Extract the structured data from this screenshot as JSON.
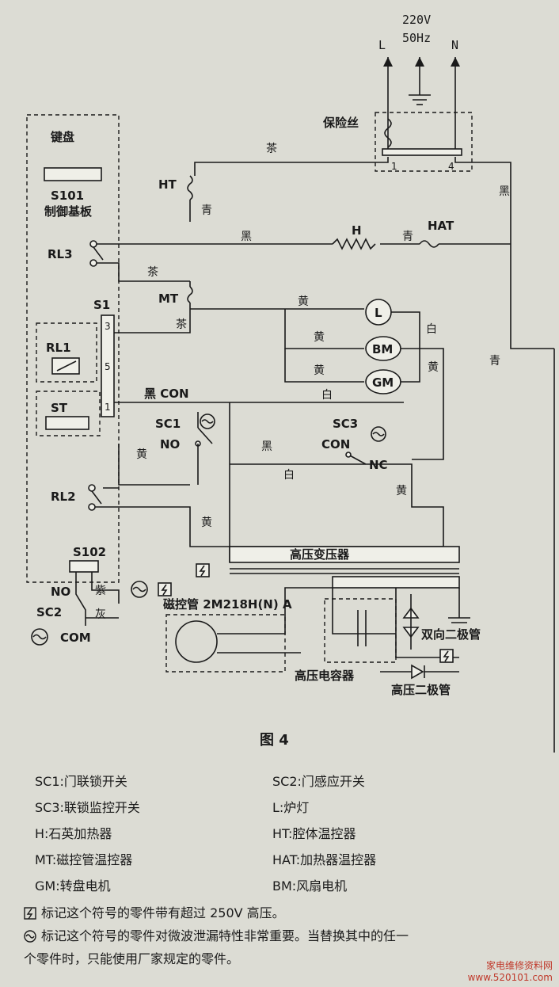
{
  "power": {
    "voltage": "220V",
    "freq": "50Hz",
    "l": "L",
    "n": "N"
  },
  "labels": {
    "fuse": "保险丝",
    "keyboard": "键盘",
    "s101": "S101",
    "board": "制御基板",
    "s1": "S1",
    "s102": "S102",
    "rl1": "RL1",
    "rl2": "RL2",
    "rl3": "RL3",
    "st": "ST",
    "ht": "HT",
    "mt": "MT",
    "h": "H",
    "hat": "HAT",
    "lamp": "L",
    "bm": "BM",
    "gm": "GM",
    "sc1": "SC1",
    "sc2": "SC2",
    "sc3": "SC3",
    "no": "NO",
    "nc": "NC",
    "com": "COM",
    "con": "CON",
    "black_con": "黑 CON",
    "tea": "茶",
    "black": "黑",
    "blue": "青",
    "yellow": "黄",
    "white": "白",
    "purple": "紫",
    "gray": "灰",
    "t1": "1",
    "t4": "4",
    "t3": "3",
    "t5": "5",
    "hv_transformer": "高压变压器",
    "magnetron": "磁控管 2M218H(N) A",
    "hv_capacitor": "高压电容器",
    "bi_diode": "双向二极管",
    "hv_diode": "高压二极管",
    "figure": "图 4"
  },
  "legend": [
    {
      "left": "SC1:门联锁开关",
      "right": "SC2:门感应开关"
    },
    {
      "left": "SC3:联锁监控开关",
      "right": "L:炉灯"
    },
    {
      "left": "H:石英加热器",
      "right": "HT:腔体温控器"
    },
    {
      "left": "MT:磁控管温控器",
      "right": "HAT:加热器温控器"
    },
    {
      "left": "GM:转盘电机",
      "right": "BM:风扇电机"
    }
  ],
  "notes": {
    "hv": "标记这个符号的零件带有超过 250V 高压。",
    "mw1": "标记这个符号的零件对微波泄漏特性非常重要。当替换其中的任一",
    "mw2": "个零件时，只能使用厂家规定的零件。"
  },
  "watermark": {
    "line1": "家电维修资料网",
    "line2": "www.520101.com"
  }
}
